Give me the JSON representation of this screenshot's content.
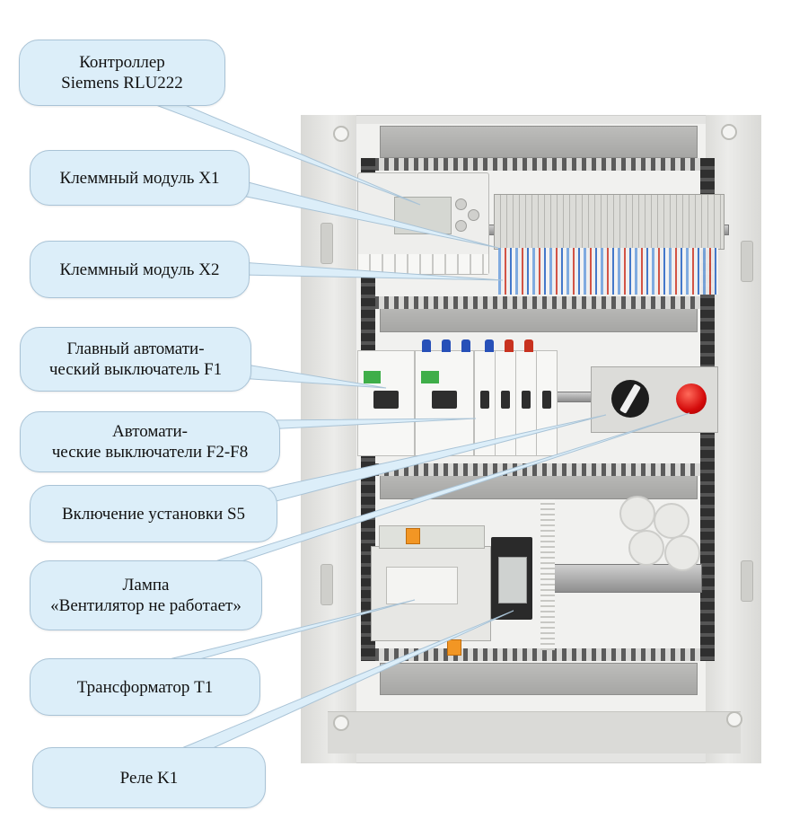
{
  "labels": {
    "controller": "Контроллер\nSiemens RLU222",
    "terminal_x1": "Клеммный модуль X1",
    "terminal_x2": "Клеммный модуль X2",
    "main_breaker": "Главный автомати-\nческий выключатель F1",
    "breakers": "Автомати-\nческие выключатели F2-F8",
    "switch": "Включение установки S5",
    "lamp": "Лампа\n«Вентилятор не работает»",
    "transformer": "Трансформатор T1",
    "relay": "Реле K1"
  },
  "colors": {
    "callout_fill": "#dceef9",
    "callout_border": "#a9c3d6",
    "lamp_red": "#d40b0b",
    "breaker_green": "#3fae49"
  }
}
